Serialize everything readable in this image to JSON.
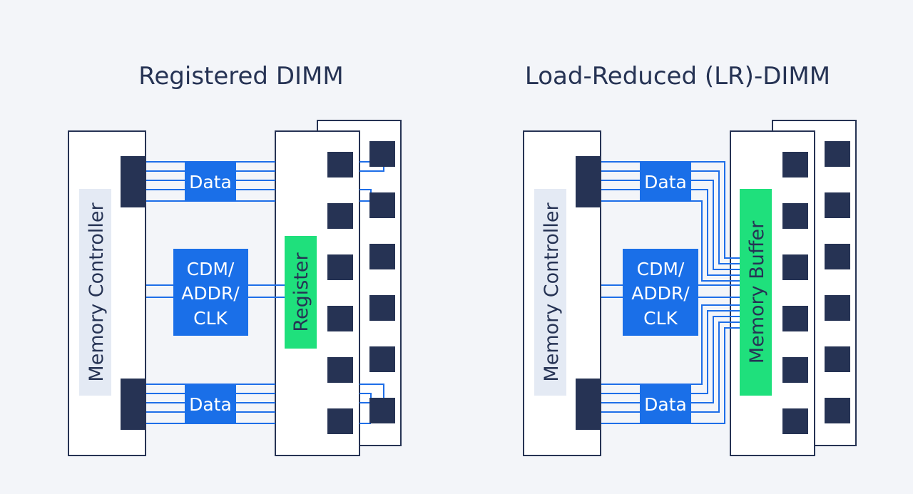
{
  "left": {
    "title": "Registered DIMM",
    "controller": "Memory Controller",
    "data_top": "Data",
    "data_bottom": "Data",
    "cmd": [
      "CDM/",
      "ADDR/",
      "CLK"
    ],
    "register": "Register"
  },
  "right": {
    "title": "Load-Reduced (LR)-DIMM",
    "controller": "Memory Controller",
    "data_top": "Data",
    "data_bottom": "Data",
    "cmd": [
      "CDM/",
      "ADDR/",
      "CLK"
    ],
    "buffer": "Memory Buffer"
  },
  "colors": {
    "background": "#f3f5f9",
    "navy": "#263354",
    "blue": "#1a6fe8",
    "green": "#1fe07c",
    "label_bg": "#e4eaf4"
  }
}
